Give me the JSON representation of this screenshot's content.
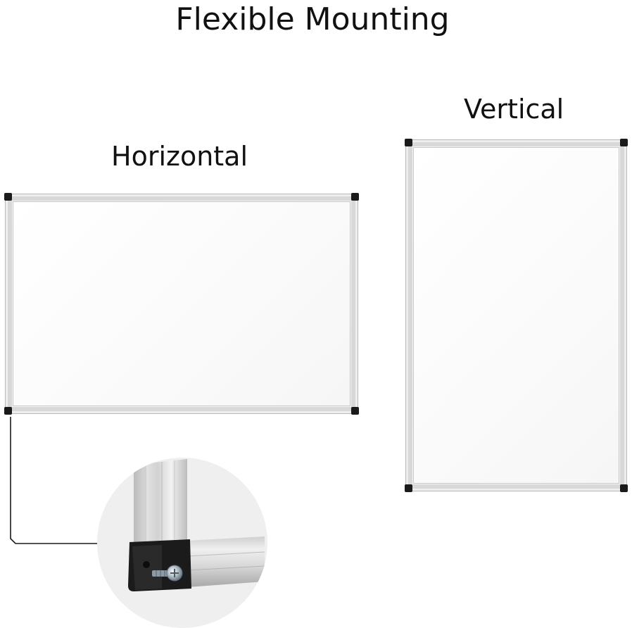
{
  "title": "Flexible  Mounting",
  "horizontal": {
    "label": "Horizontal"
  },
  "vertical": {
    "label": "Vertical"
  },
  "colors": {
    "frame": "#d8d8d8",
    "corner": "#1a1a1a",
    "text": "#111111",
    "background": "#ffffff"
  },
  "icons": {
    "detail": "frame-corner-screw-icon"
  }
}
